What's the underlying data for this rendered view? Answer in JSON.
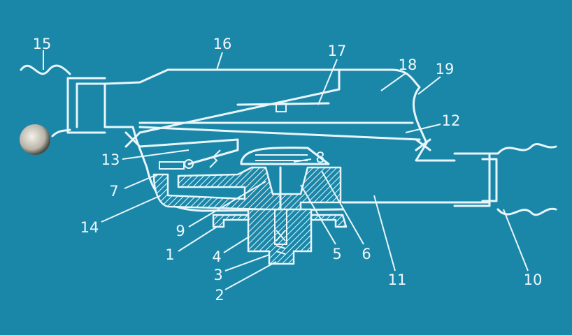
{
  "diagram": {
    "type": "technical cross-section drawing",
    "colors": {
      "background": "#1b87a8",
      "lines": "#e8f6fb"
    },
    "labels": [
      "1",
      "2",
      "3",
      "4",
      "5",
      "6",
      "7",
      "8",
      "9",
      "10",
      "11",
      "12",
      "13",
      "14",
      "15",
      "16",
      "17",
      "18",
      "19"
    ]
  }
}
